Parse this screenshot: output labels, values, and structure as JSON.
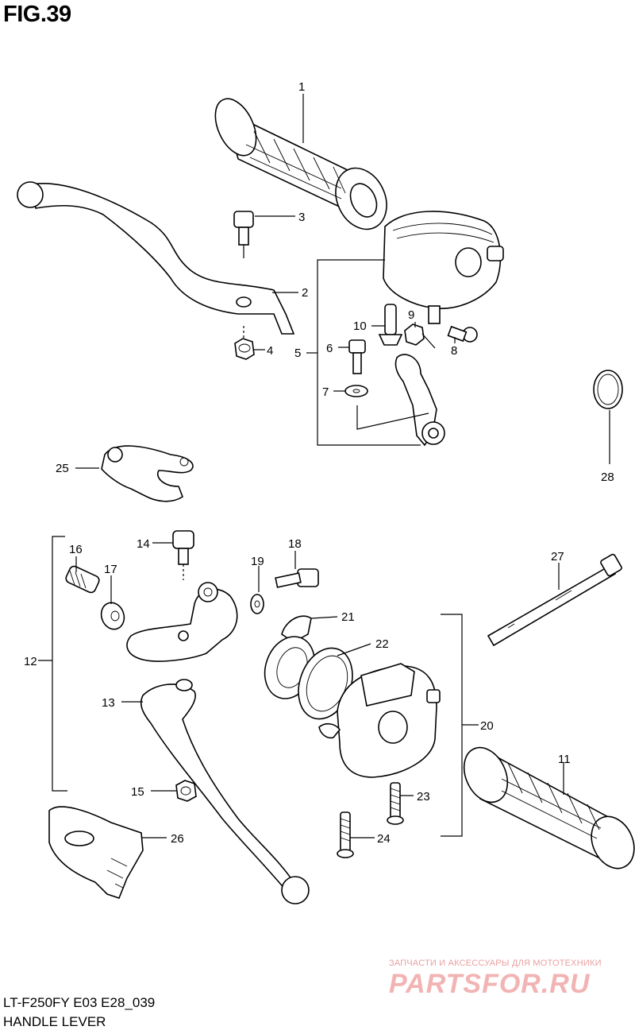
{
  "figure_title": "FIG.39",
  "model_code": "LT-F250FY E03 E28_039",
  "diagram_name": "HANDLE LEVER",
  "watermark": {
    "tagline": "ЗАПЧАСТИ И АКСЕССУАРЫ ДЛЯ МОТОТЕХНИКИ",
    "logo_text": "PARTSFOR.RU",
    "color": "#f2b3b3"
  },
  "callouts": {
    "p1": "1",
    "p2": "2",
    "p3": "3",
    "p4": "4",
    "p5": "5",
    "p6": "6",
    "p7": "7",
    "p8": "8",
    "p9": "9",
    "p10": "10",
    "p11": "11",
    "p12": "12",
    "p13": "13",
    "p14": "14",
    "p15": "15",
    "p16": "16",
    "p17": "17",
    "p18": "18",
    "p19": "19",
    "p20": "20",
    "p21": "21",
    "p22": "22",
    "p23": "23",
    "p24": "24",
    "p25": "25",
    "p26": "26",
    "p27": "27",
    "p28": "28"
  }
}
